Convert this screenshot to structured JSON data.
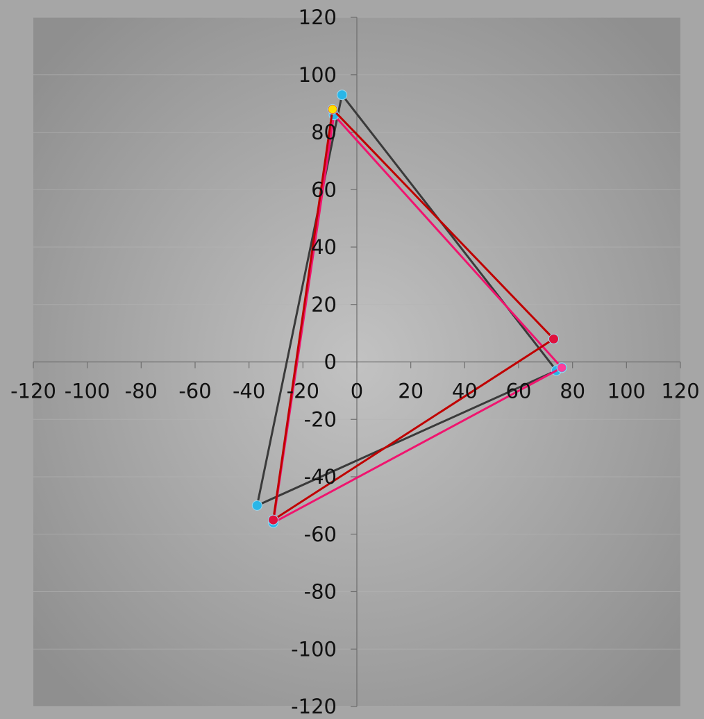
{
  "chart_data": {
    "type": "scatter",
    "title": "",
    "xlabel": "",
    "ylabel": "",
    "xlim": [
      -120,
      120
    ],
    "ylim": [
      -120,
      120
    ],
    "x_ticks": [
      "-120",
      "-100",
      "-80",
      "-60",
      "-40",
      "-20",
      "0",
      "20",
      "40",
      "60",
      "80",
      "100",
      "120"
    ],
    "y_ticks": [
      "120",
      "100",
      "80",
      "60",
      "40",
      "20",
      "0",
      "-20",
      "-40",
      "-60",
      "-80",
      "-100",
      "-120"
    ],
    "grid": "horizontal",
    "legend": "none",
    "series": [
      {
        "color": "#3a3a3a",
        "marker_color": "#29b6e8",
        "points": [
          {
            "x": -5.5,
            "y": 93
          },
          {
            "x": 74,
            "y": -3
          },
          {
            "x": -37,
            "y": -50
          },
          {
            "x": -5.5,
            "y": 93
          }
        ]
      },
      {
        "color": "#f0146e",
        "marker_color": "#29b6e8",
        "points": [
          {
            "x": -8.5,
            "y": 86
          },
          {
            "x": 76,
            "y": -2
          },
          {
            "x": -31,
            "y": -56
          },
          {
            "x": -8.5,
            "y": 86
          }
        ]
      },
      {
        "color": "#c00000",
        "marker_color": "#e0103c",
        "points": [
          {
            "x": -9,
            "y": 88
          },
          {
            "x": 73,
            "y": 8
          },
          {
            "x": -31,
            "y": -55
          },
          {
            "x": -9,
            "y": 88
          }
        ]
      }
    ],
    "highlight_markers": [
      {
        "x": -9,
        "y": 88,
        "color": "#ffe000"
      },
      {
        "x": 76,
        "y": -2,
        "color": "#ff3c9a"
      },
      {
        "x": 73,
        "y": 8,
        "color": "#e0103c"
      }
    ]
  }
}
